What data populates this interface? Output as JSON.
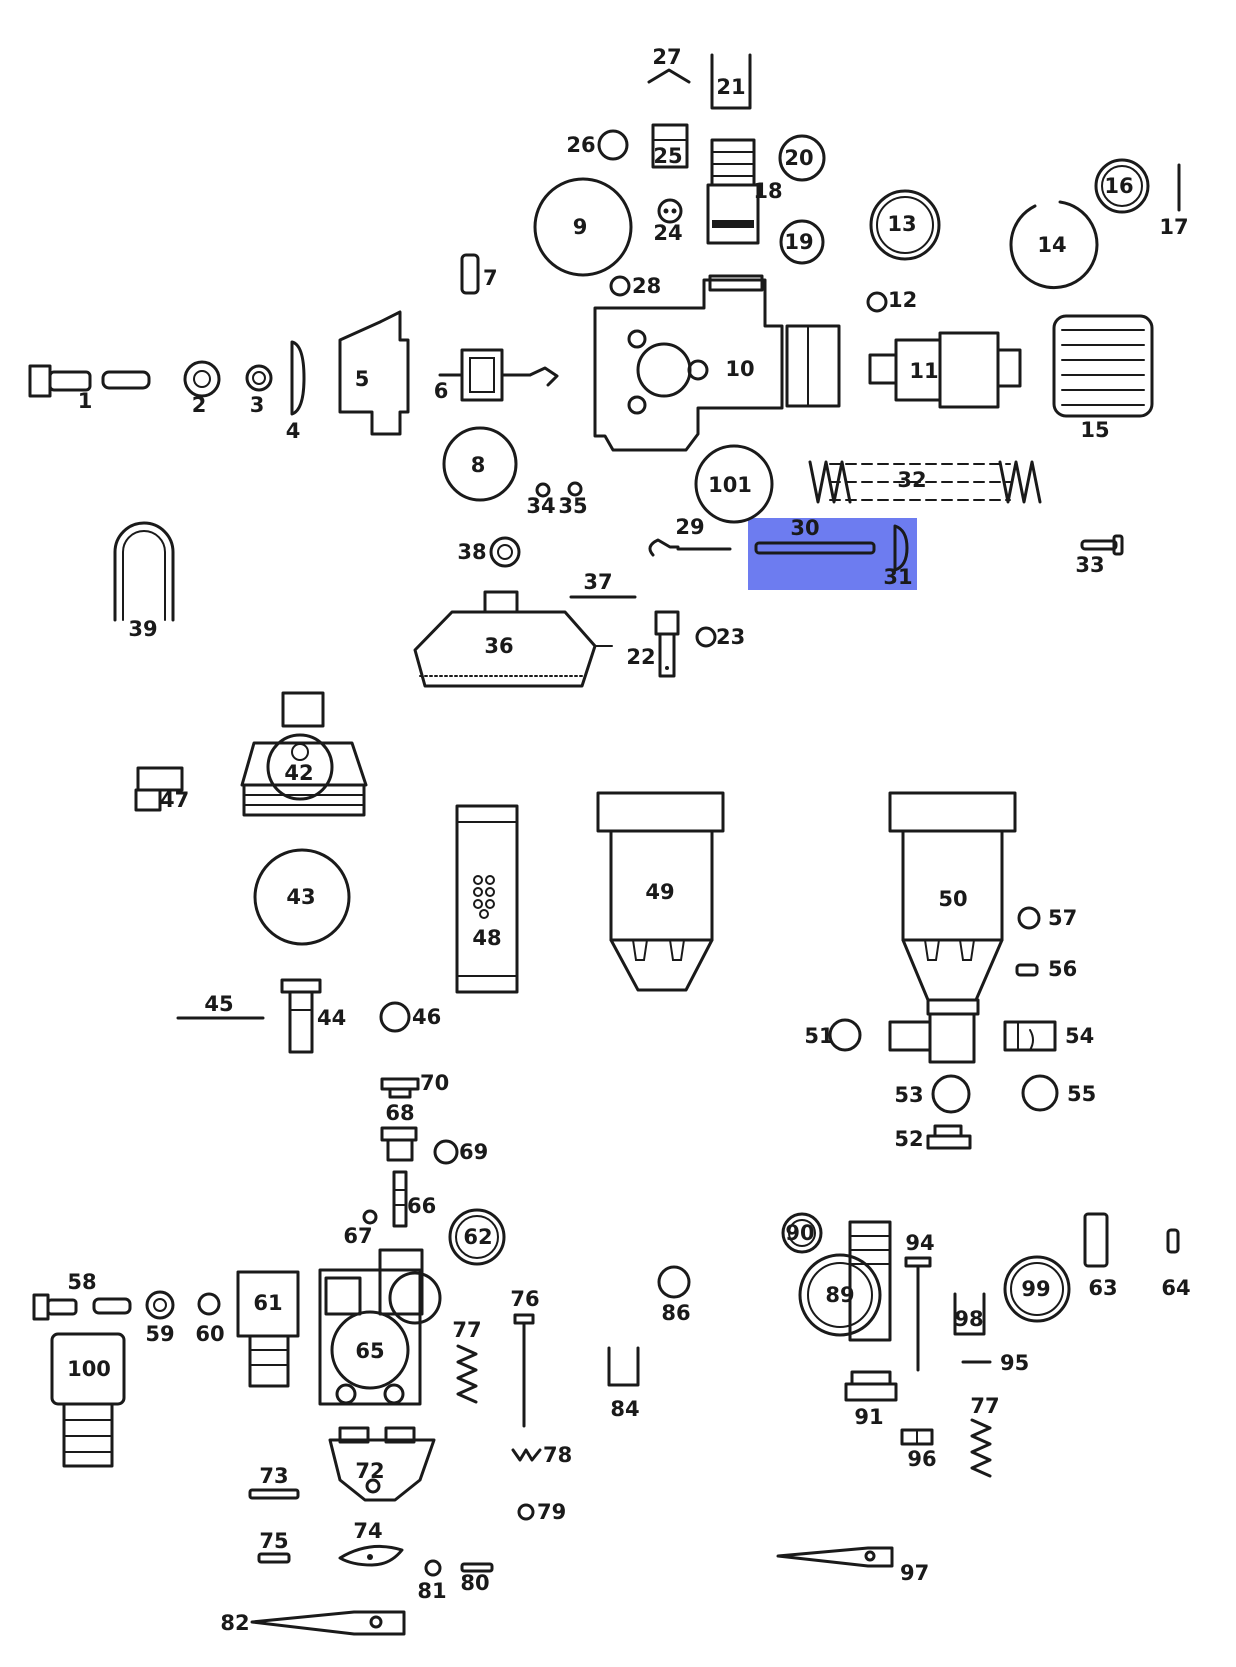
{
  "highlight": {
    "parts": [
      "30",
      "31"
    ],
    "color": "#6d7cf0"
  },
  "labels": {
    "p1": "1",
    "p2": "2",
    "p3": "3",
    "p4": "4",
    "p5": "5",
    "p6": "6",
    "p7": "7",
    "p8": "8",
    "p9": "9",
    "p10": "10",
    "p11": "11",
    "p12": "12",
    "p13": "13",
    "p14": "14",
    "p15": "15",
    "p16": "16",
    "p17": "17",
    "p18": "18",
    "p19": "19",
    "p20": "20",
    "p21": "21",
    "p22": "22",
    "p23": "23",
    "p24": "24",
    "p25": "25",
    "p26": "26",
    "p27": "27",
    "p28": "28",
    "p29": "29",
    "p30": "30",
    "p31": "31",
    "p32": "32",
    "p33": "33",
    "p34": "34",
    "p35": "35",
    "p36": "36",
    "p37": "37",
    "p38": "38",
    "p39": "39",
    "p42": "42",
    "p43": "43",
    "p44": "44",
    "p45": "45",
    "p46": "46",
    "p47": "47",
    "p48": "48",
    "p49": "49",
    "p50": "50",
    "p51": "51",
    "p52": "52",
    "p53": "53",
    "p54": "54",
    "p55": "55",
    "p56": "56",
    "p57": "57",
    "p58": "58",
    "p59": "59",
    "p60": "60",
    "p61": "61",
    "p62": "62",
    "p63": "63",
    "p64": "64",
    "p65": "65",
    "p66": "66",
    "p67": "67",
    "p68": "68",
    "p69": "69",
    "p70": "70",
    "p72": "72",
    "p73": "73",
    "p74": "74",
    "p75": "75",
    "p76": "76",
    "p77a": "77",
    "p77b": "77",
    "p78": "78",
    "p79": "79",
    "p80": "80",
    "p81": "81",
    "p82": "82",
    "p84": "84",
    "p86": "86",
    "p89": "89",
    "p90": "90",
    "p91": "91",
    "p94": "94",
    "p95": "95",
    "p96": "96",
    "p97": "97",
    "p98": "98",
    "p99": "99",
    "p100": "100",
    "p101": "101"
  }
}
